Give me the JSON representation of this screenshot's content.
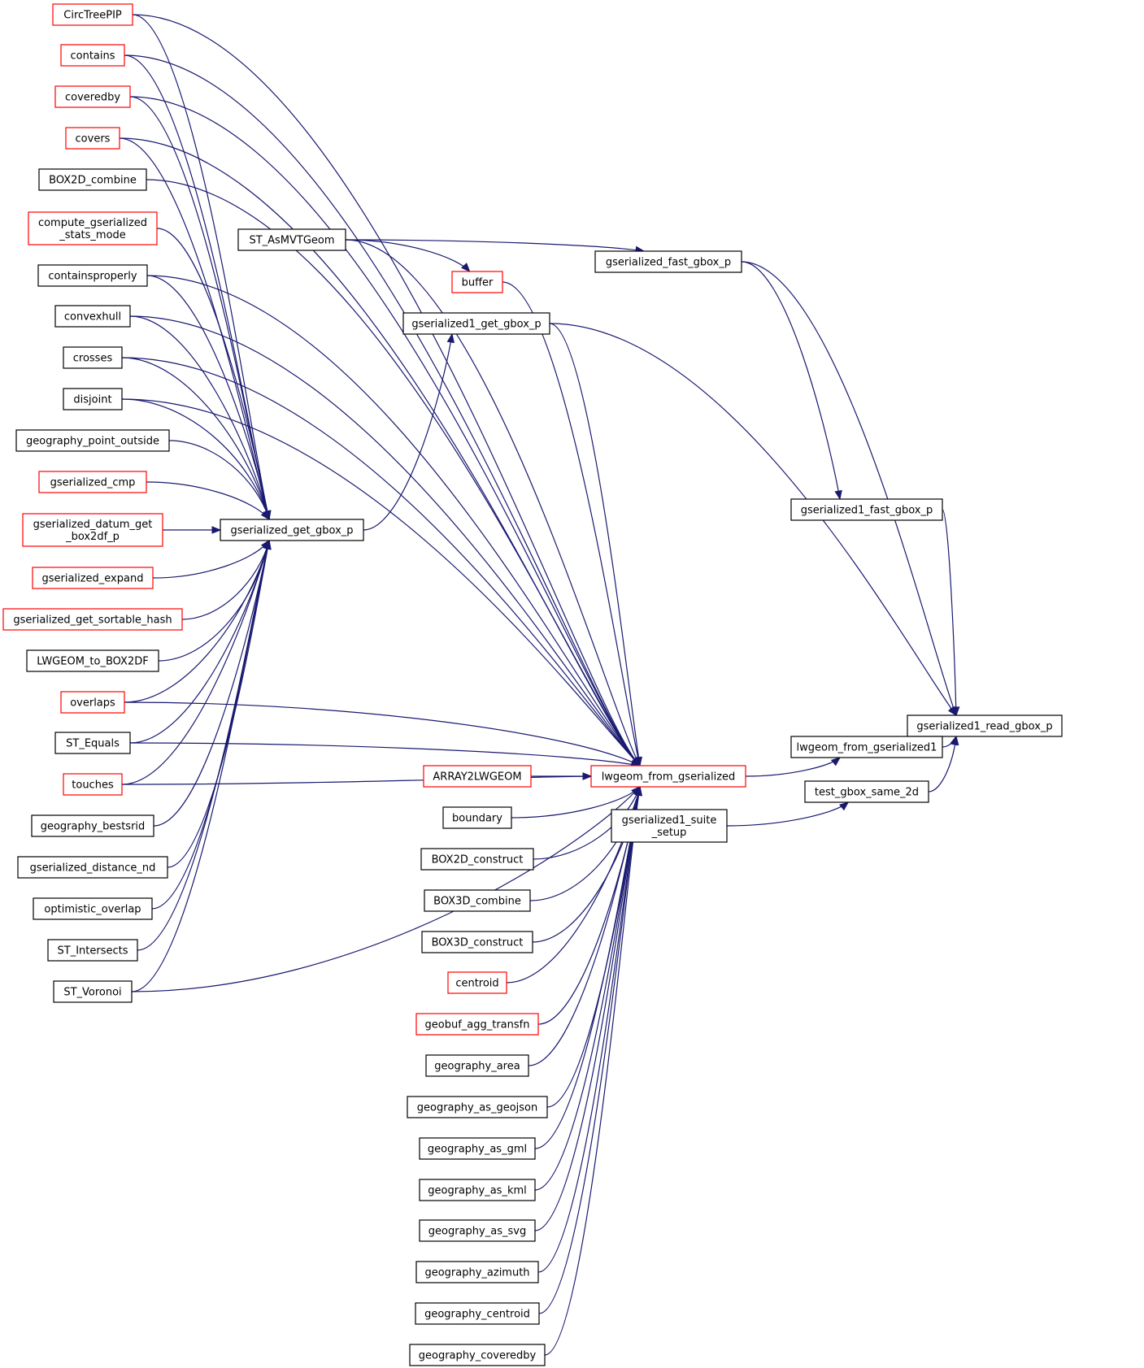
{
  "colors": {
    "edge": "#191970",
    "border_black": "#000000",
    "border_red": "#ff0000",
    "root_fill": "#bfbfbf"
  },
  "root": {
    "label": "gserialized1_read_gbox_p"
  },
  "nodes": {
    "gserialized1_read_gbox_p": {
      "lines": [
        "gserialized1_read_gbox_p"
      ],
      "border": "black",
      "root": true
    },
    "gserialized_fast_gbox_p": {
      "lines": [
        "gserialized_fast_gbox_p"
      ],
      "border": "black"
    },
    "gserialized1_fast_gbox_p": {
      "lines": [
        "gserialized1_fast_gbox_p"
      ],
      "border": "black"
    },
    "gserialized1_get_gbox_p": {
      "lines": [
        "gserialized1_get_gbox_p"
      ],
      "border": "black"
    },
    "lwgeom_from_gserialized1": {
      "lines": [
        "lwgeom_from_gserialized1"
      ],
      "border": "black"
    },
    "test_gbox_same_2d": {
      "lines": [
        "test_gbox_same_2d"
      ],
      "border": "black"
    },
    "gserialized1_suite_setup": {
      "lines": [
        "gserialized1_suite",
        "_setup"
      ],
      "border": "black"
    },
    "ST_AsMVTGeom": {
      "lines": [
        "ST_AsMVTGeom"
      ],
      "border": "black"
    },
    "buffer": {
      "lines": [
        "buffer"
      ],
      "border": "red"
    },
    "lwgeom_from_gserialized": {
      "lines": [
        "lwgeom_from_gserialized"
      ],
      "border": "red"
    },
    "gserialized_get_gbox_p": {
      "lines": [
        "gserialized_get_gbox_p"
      ],
      "border": "black"
    },
    "ARRAY2LWGEOM": {
      "lines": [
        "ARRAY2LWGEOM"
      ],
      "border": "red"
    },
    "boundary": {
      "lines": [
        "boundary"
      ],
      "border": "black"
    },
    "BOX2D_construct": {
      "lines": [
        "BOX2D_construct"
      ],
      "border": "black"
    },
    "BOX3D_combine": {
      "lines": [
        "BOX3D_combine"
      ],
      "border": "black"
    },
    "BOX3D_construct": {
      "lines": [
        "BOX3D_construct"
      ],
      "border": "black"
    },
    "centroid": {
      "lines": [
        "centroid"
      ],
      "border": "red"
    },
    "geobuf_agg_transfn": {
      "lines": [
        "geobuf_agg_transfn"
      ],
      "border": "red"
    },
    "geography_area": {
      "lines": [
        "geography_area"
      ],
      "border": "black"
    },
    "geography_as_geojson": {
      "lines": [
        "geography_as_geojson"
      ],
      "border": "black"
    },
    "geography_as_gml": {
      "lines": [
        "geography_as_gml"
      ],
      "border": "black"
    },
    "geography_as_kml": {
      "lines": [
        "geography_as_kml"
      ],
      "border": "black"
    },
    "geography_as_svg": {
      "lines": [
        "geography_as_svg"
      ],
      "border": "black"
    },
    "geography_azimuth": {
      "lines": [
        "geography_azimuth"
      ],
      "border": "black"
    },
    "geography_centroid": {
      "lines": [
        "geography_centroid"
      ],
      "border": "black"
    },
    "geography_coveredby": {
      "lines": [
        "geography_coveredby"
      ],
      "border": "black"
    },
    "CircTreePIP": {
      "lines": [
        "CircTreePIP"
      ],
      "border": "red"
    },
    "contains": {
      "lines": [
        "contains"
      ],
      "border": "red"
    },
    "coveredby": {
      "lines": [
        "coveredby"
      ],
      "border": "red"
    },
    "covers": {
      "lines": [
        "covers"
      ],
      "border": "red"
    },
    "BOX2D_combine": {
      "lines": [
        "BOX2D_combine"
      ],
      "border": "black"
    },
    "compute_gserialized_stats_mode": {
      "lines": [
        "compute_gserialized",
        "_stats_mode"
      ],
      "border": "red"
    },
    "containsproperly": {
      "lines": [
        "containsproperly"
      ],
      "border": "black"
    },
    "convexhull": {
      "lines": [
        "convexhull"
      ],
      "border": "black"
    },
    "crosses": {
      "lines": [
        "crosses"
      ],
      "border": "black"
    },
    "disjoint": {
      "lines": [
        "disjoint"
      ],
      "border": "black"
    },
    "geography_point_outside": {
      "lines": [
        "geography_point_outside"
      ],
      "border": "black"
    },
    "gserialized_cmp": {
      "lines": [
        "gserialized_cmp"
      ],
      "border": "red"
    },
    "gserialized_datum_get_box2df_p": {
      "lines": [
        "gserialized_datum_get",
        "_box2df_p"
      ],
      "border": "red"
    },
    "gserialized_expand": {
      "lines": [
        "gserialized_expand"
      ],
      "border": "red"
    },
    "gserialized_get_sortable_hash": {
      "lines": [
        "gserialized_get_sortable_hash"
      ],
      "border": "red"
    },
    "LWGEOM_to_BOX2DF": {
      "lines": [
        "LWGEOM_to_BOX2DF"
      ],
      "border": "black"
    },
    "overlaps": {
      "lines": [
        "overlaps"
      ],
      "border": "red"
    },
    "ST_Equals": {
      "lines": [
        "ST_Equals"
      ],
      "border": "black"
    },
    "touches": {
      "lines": [
        "touches"
      ],
      "border": "red"
    },
    "geography_bestsrid": {
      "lines": [
        "geography_bestsrid"
      ],
      "border": "black"
    },
    "gserialized_distance_nd": {
      "lines": [
        "gserialized_distance_nd"
      ],
      "border": "black"
    },
    "optimistic_overlap": {
      "lines": [
        "optimistic_overlap"
      ],
      "border": "black"
    },
    "ST_Intersects": {
      "lines": [
        "ST_Intersects"
      ],
      "border": "black"
    },
    "ST_Voronoi": {
      "lines": [
        "ST_Voronoi"
      ],
      "border": "black"
    }
  },
  "edges": [
    [
      "gserialized_fast_gbox_p",
      "gserialized1_read_gbox_p"
    ],
    [
      "gserialized1_fast_gbox_p",
      "gserialized1_read_gbox_p"
    ],
    [
      "gserialized1_get_gbox_p",
      "gserialized1_read_gbox_p"
    ],
    [
      "lwgeom_from_gserialized1",
      "gserialized1_read_gbox_p"
    ],
    [
      "test_gbox_same_2d",
      "gserialized1_read_gbox_p"
    ],
    [
      "ST_AsMVTGeom",
      "gserialized_fast_gbox_p"
    ],
    [
      "gserialized_fast_gbox_p",
      "gserialized1_fast_gbox_p"
    ],
    [
      "gserialized_get_gbox_p",
      "gserialized1_get_gbox_p"
    ],
    [
      "lwgeom_from_gserialized",
      "lwgeom_from_gserialized1"
    ],
    [
      "gserialized1_suite_setup",
      "test_gbox_same_2d"
    ],
    [
      "ST_AsMVTGeom",
      "buffer"
    ],
    [
      "buffer",
      "lwgeom_from_gserialized"
    ],
    [
      "gserialized1_get_gbox_p",
      "lwgeom_from_gserialized"
    ],
    [
      "ST_AsMVTGeom",
      "lwgeom_from_gserialized"
    ],
    [
      "ARRAY2LWGEOM",
      "lwgeom_from_gserialized"
    ],
    [
      "boundary",
      "lwgeom_from_gserialized"
    ],
    [
      "BOX2D_construct",
      "lwgeom_from_gserialized"
    ],
    [
      "BOX3D_combine",
      "lwgeom_from_gserialized"
    ],
    [
      "BOX3D_construct",
      "lwgeom_from_gserialized"
    ],
    [
      "centroid",
      "lwgeom_from_gserialized"
    ],
    [
      "geobuf_agg_transfn",
      "lwgeom_from_gserialized"
    ],
    [
      "geography_area",
      "lwgeom_from_gserialized"
    ],
    [
      "geography_as_geojson",
      "lwgeom_from_gserialized"
    ],
    [
      "geography_as_gml",
      "lwgeom_from_gserialized"
    ],
    [
      "geography_as_kml",
      "lwgeom_from_gserialized"
    ],
    [
      "geography_as_svg",
      "lwgeom_from_gserialized"
    ],
    [
      "geography_azimuth",
      "lwgeom_from_gserialized"
    ],
    [
      "geography_centroid",
      "lwgeom_from_gserialized"
    ],
    [
      "geography_coveredby",
      "lwgeom_from_gserialized"
    ],
    [
      "CircTreePIP",
      "lwgeom_from_gserialized"
    ],
    [
      "contains",
      "lwgeom_from_gserialized"
    ],
    [
      "coveredby",
      "lwgeom_from_gserialized"
    ],
    [
      "covers",
      "lwgeom_from_gserialized"
    ],
    [
      "BOX2D_combine",
      "lwgeom_from_gserialized"
    ],
    [
      "containsproperly",
      "lwgeom_from_gserialized"
    ],
    [
      "convexhull",
      "lwgeom_from_gserialized"
    ],
    [
      "crosses",
      "lwgeom_from_gserialized"
    ],
    [
      "disjoint",
      "lwgeom_from_gserialized"
    ],
    [
      "overlaps",
      "lwgeom_from_gserialized"
    ],
    [
      "ST_Equals",
      "lwgeom_from_gserialized"
    ],
    [
      "touches",
      "lwgeom_from_gserialized"
    ],
    [
      "ST_Voronoi",
      "lwgeom_from_gserialized"
    ],
    [
      "CircTreePIP",
      "gserialized_get_gbox_p"
    ],
    [
      "contains",
      "gserialized_get_gbox_p"
    ],
    [
      "coveredby",
      "gserialized_get_gbox_p"
    ],
    [
      "covers",
      "gserialized_get_gbox_p"
    ],
    [
      "compute_gserialized_stats_mode",
      "gserialized_get_gbox_p"
    ],
    [
      "containsproperly",
      "gserialized_get_gbox_p"
    ],
    [
      "convexhull",
      "gserialized_get_gbox_p"
    ],
    [
      "crosses",
      "gserialized_get_gbox_p"
    ],
    [
      "disjoint",
      "gserialized_get_gbox_p"
    ],
    [
      "geography_point_outside",
      "gserialized_get_gbox_p"
    ],
    [
      "gserialized_cmp",
      "gserialized_get_gbox_p"
    ],
    [
      "gserialized_datum_get_box2df_p",
      "gserialized_get_gbox_p"
    ],
    [
      "gserialized_expand",
      "gserialized_get_gbox_p"
    ],
    [
      "gserialized_get_sortable_hash",
      "gserialized_get_gbox_p"
    ],
    [
      "LWGEOM_to_BOX2DF",
      "gserialized_get_gbox_p"
    ],
    [
      "overlaps",
      "gserialized_get_gbox_p"
    ],
    [
      "ST_Equals",
      "gserialized_get_gbox_p"
    ],
    [
      "touches",
      "gserialized_get_gbox_p"
    ],
    [
      "geography_bestsrid",
      "gserialized_get_gbox_p"
    ],
    [
      "gserialized_distance_nd",
      "gserialized_get_gbox_p"
    ],
    [
      "optimistic_overlap",
      "gserialized_get_gbox_p"
    ],
    [
      "ST_Intersects",
      "gserialized_get_gbox_p"
    ],
    [
      "ST_Voronoi",
      "gserialized_get_gbox_p"
    ]
  ]
}
